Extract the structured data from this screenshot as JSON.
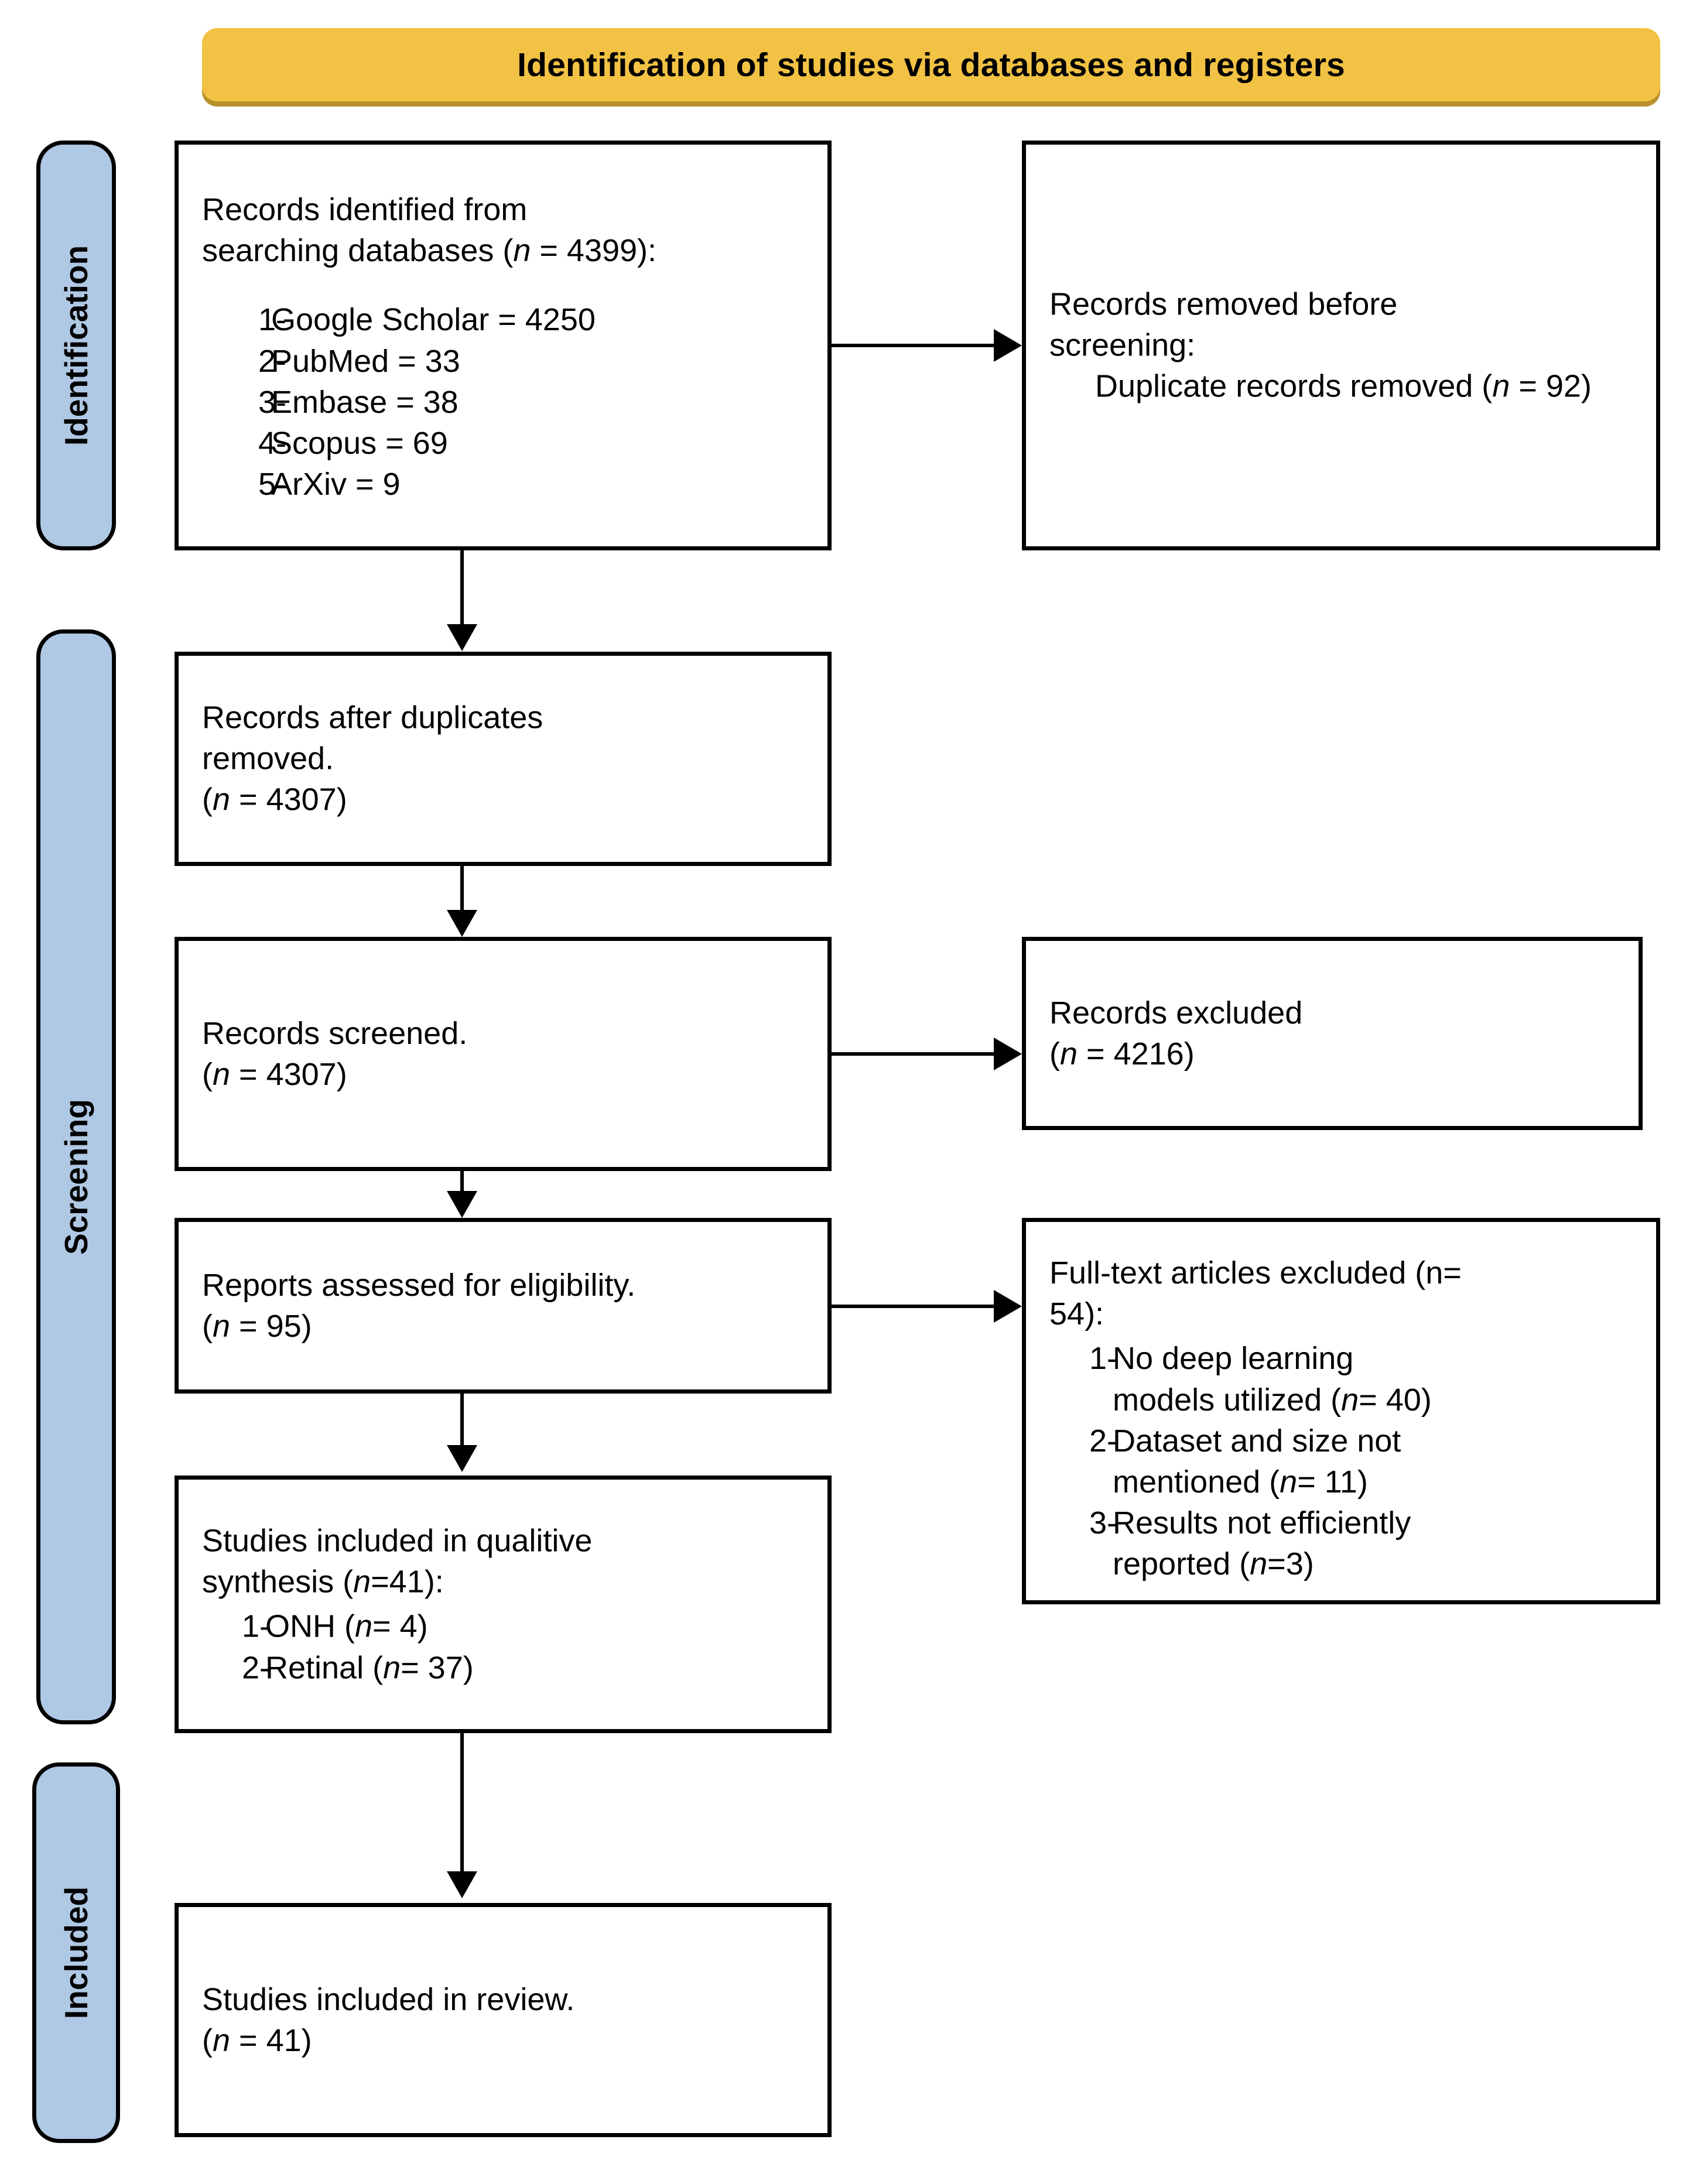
{
  "banner": {
    "title": "Identification of studies via databases and registers",
    "color": "#F2C244"
  },
  "rails": {
    "identification": "Identification",
    "screening": "Screening",
    "included": "Included",
    "color": "#AFC8E4"
  },
  "boxes": {
    "identified": {
      "line1": "Records identified from",
      "line2_pre": "searching databases (",
      "line2_n": "n",
      "line2_post": " = 4399):",
      "items": [
        {
          "num": "1-",
          "text": "Google Scholar = 4250"
        },
        {
          "num": "2-",
          "text": "PubMed = 33"
        },
        {
          "num": "3-",
          "text": "Embase = 38"
        },
        {
          "num": "4-",
          "text": "Scopus = 69"
        },
        {
          "num": "5-",
          "text": "ArXiv = 9"
        }
      ]
    },
    "removed": {
      "line1": "Records removed before",
      "line2": "screening:",
      "detail_pre": "Duplicate records removed (",
      "detail_n": "n",
      "detail_post": " = 92)"
    },
    "after_dupes": {
      "line1": "Records after duplicates",
      "line2": "removed.",
      "line3_pre": "(",
      "line3_n": "n",
      "line3_post": " = 4307)"
    },
    "screened": {
      "line1": "Records screened.",
      "line2_pre": "(",
      "line2_n": "n",
      "line2_post": " = 4307)"
    },
    "excluded": {
      "line1": "Records excluded",
      "line2_pre": "(",
      "line2_n": "n",
      "line2_post": " = 4216)"
    },
    "eligibility": {
      "line1": "Reports assessed for eligibility.",
      "line2_pre": "(",
      "line2_n": "n",
      "line2_post": " = 95)"
    },
    "fulltext": {
      "line1": "Full-text articles excluded (n=",
      "line2": "54):",
      "items": [
        {
          "num": "1-",
          "pre": "No deep learning",
          "pre2": "models utilized (",
          "n": "n",
          "post": "= 40)"
        },
        {
          "num": "2-",
          "pre": "Dataset and size not",
          "pre2": "mentioned (",
          "n": "n",
          "post": "= 11)"
        },
        {
          "num": "3-",
          "pre": "Results not efficiently",
          "pre2": "reported (",
          "n": "n",
          "post": "=3)"
        }
      ]
    },
    "qualitative": {
      "line1": "Studies included in qualitive",
      "line2_pre": "synthesis (",
      "line2_n": "n",
      "line2_post": "=41):",
      "items": [
        {
          "num": "1-",
          "pre": "ONH (",
          "n": "n",
          "post": "= 4)"
        },
        {
          "num": "2-",
          "pre": "Retinal (",
          "n": "n",
          "post": "= 37)"
        }
      ]
    },
    "review": {
      "line1": "Studies included in review.",
      "line2_pre": "(",
      "line2_n": "n",
      "line2_post": " = 41)"
    }
  }
}
